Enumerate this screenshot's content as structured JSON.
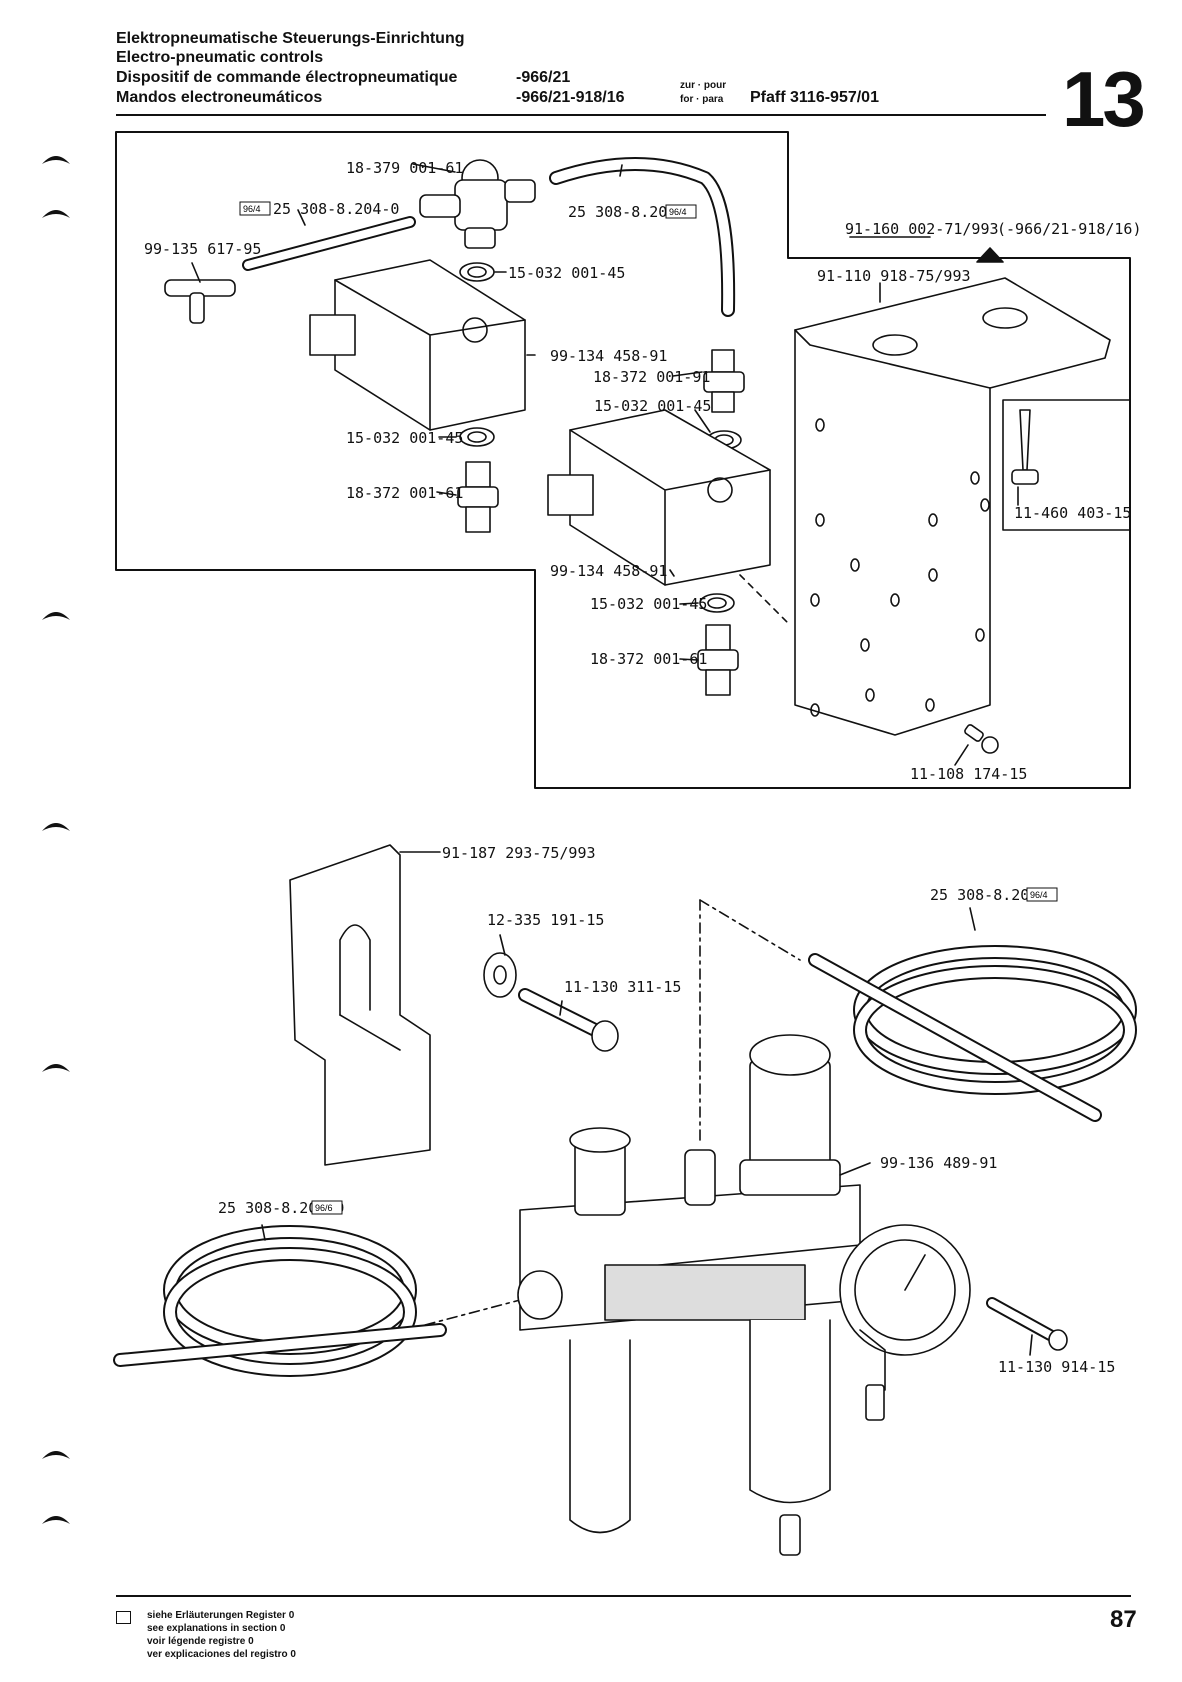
{
  "header": {
    "titles": [
      "Elektropneumatische Steuerungs-Einrichtung",
      "Electro-pneumatic controls",
      "Dispositif de commande électropneumatique",
      "Mandos electroneumáticos"
    ],
    "model_a": "-966/21",
    "model_b": "-966/21-918/16",
    "zur_pour": "zur · pour",
    "for_para": "for · para",
    "machine": "Pfaff 3116-957/01",
    "section_number": "13"
  },
  "parts": {
    "p1": "18-379 001-61",
    "p2": "25 308-8.204-0",
    "p2_ref": "96/4",
    "p3": "25 308-8.204-0",
    "p3_ref": "96/4",
    "p4": "99-135 617-95",
    "p5": "15-032 001-45",
    "p6": "99-134 458-91",
    "p7": "18-372 001-91",
    "p8": "15-032 001-45",
    "p9": "15-032 001-45",
    "p10": "18-372 001-61",
    "p11": "99-134 458-91",
    "p12": "15-032 001-45",
    "p13": "18-372 001-61",
    "p14": "91-160 002-71/993",
    "p14_suffix": "(-966/21-918/16)",
    "p15": "91-110 918-75/993",
    "p16": "11-460 403-15",
    "p17": "11-108 174-15",
    "p18": "91-187 293-75/993",
    "p19": "12-335 191-15",
    "p20": "11-130 311-15",
    "p21": "25 308-8.204-0",
    "p21_ref": "96/4",
    "p22": "99-136 489-91",
    "p23": "25 308-8.206-0",
    "p23_ref": "96/6",
    "p24": "11-130 914-15"
  },
  "footer": {
    "lines": [
      "siehe Erläuterungen Register 0",
      "see explanations in section 0",
      "voir légende registre 0",
      "ver explicaciones del registro 0"
    ],
    "page_number": "87"
  }
}
